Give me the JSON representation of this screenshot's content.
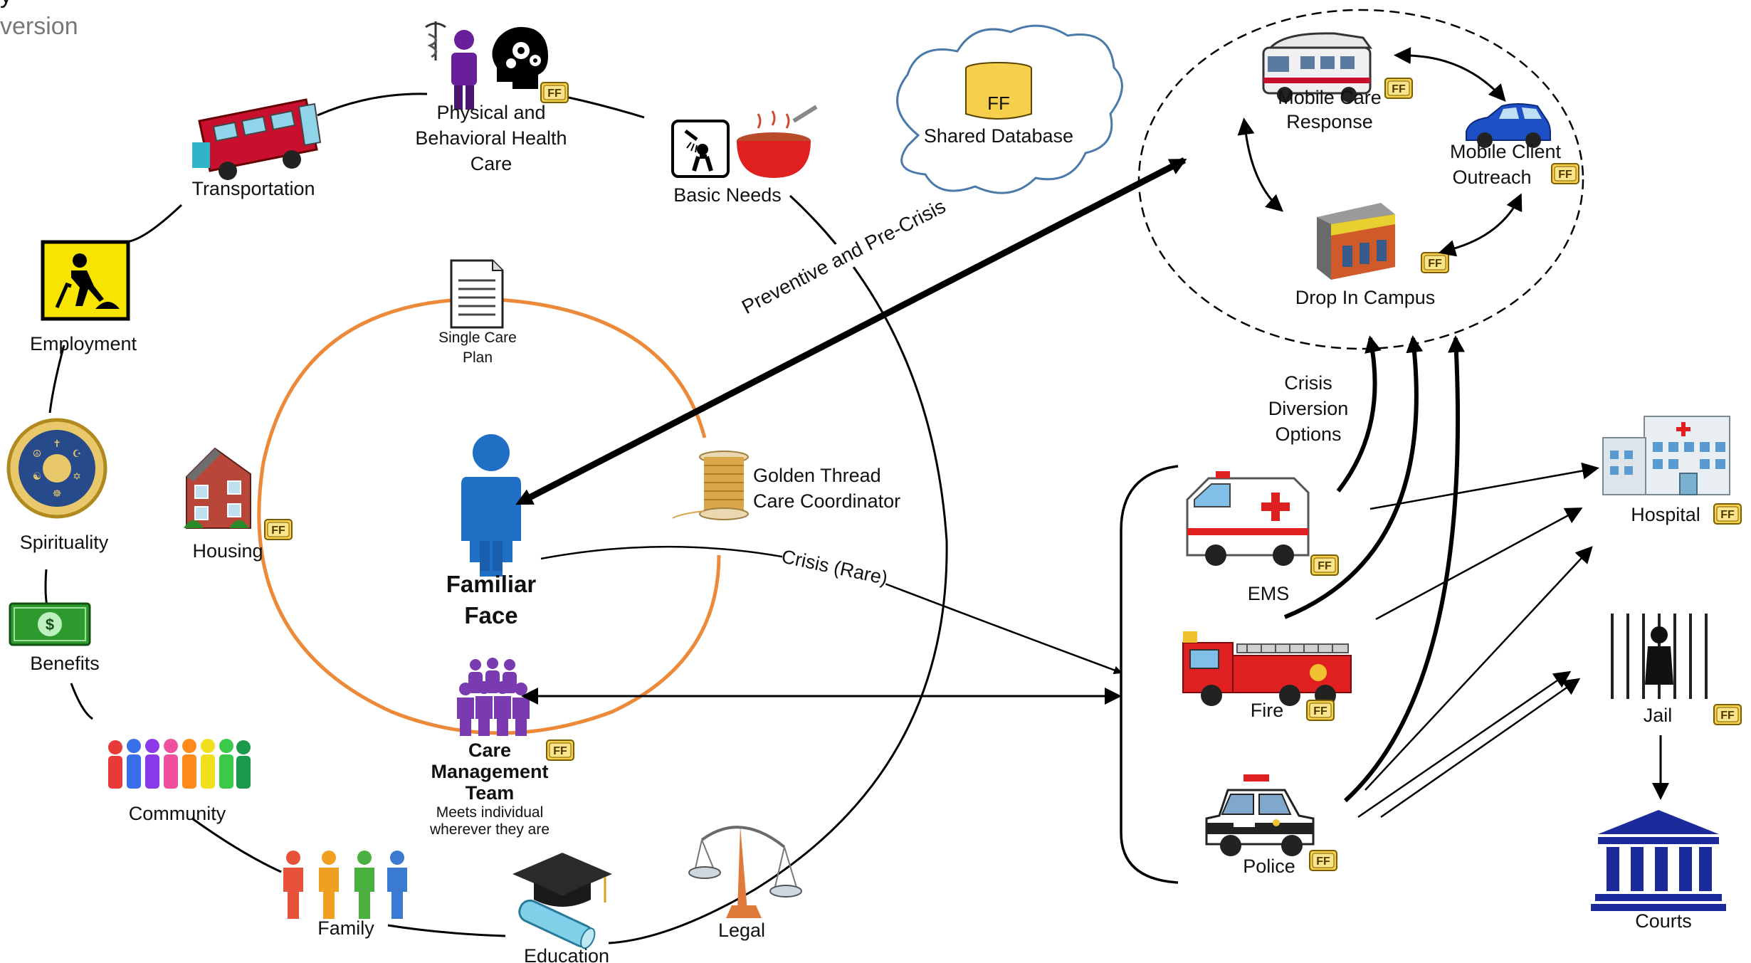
{
  "corner_text": {
    "line1": "y",
    "line2": "version"
  },
  "ring": {
    "physical_health": {
      "line1": "Physical and",
      "line2": "Behavioral Health",
      "line3": "Care"
    },
    "basic_needs": "Basic Needs",
    "transportation": "Transportation",
    "employment": "Employment",
    "spirituality": "Spirituality",
    "benefits": "Benefits",
    "community": "Community",
    "family": "Family",
    "education": "Education",
    "legal": "Legal",
    "housing": "Housing"
  },
  "center": {
    "single_care_plan": {
      "line1": "Single Care",
      "line2": "Plan"
    },
    "familiar_face": {
      "line1": "Familiar",
      "line2": "Face"
    },
    "golden_thread": {
      "line1": "Golden Thread",
      "line2": "Care Coordinator"
    },
    "care_team": {
      "line1": "Care",
      "line2": "Management",
      "line3": "Team",
      "sub1": "Meets individual",
      "sub2": "wherever they are"
    }
  },
  "shared_database": {
    "badge": "FF",
    "label": "Shared Database"
  },
  "arrows": {
    "preventive": "Preventive and Pre-Crisis",
    "crisis": "Crisis (Rare)",
    "diversion": {
      "line1": "Crisis",
      "line2": "Diversion",
      "line3": "Options"
    }
  },
  "diversion_hub": {
    "mobile_care": {
      "line1": "Mobile Care",
      "line2": "Response"
    },
    "mobile_outreach": {
      "line1": "Mobile Client",
      "line2": "Outreach"
    },
    "drop_in": "Drop In Campus"
  },
  "responders": {
    "ems": "EMS",
    "fire": "Fire",
    "police": "Police"
  },
  "destinations": {
    "hospital": "Hospital",
    "jail": "Jail",
    "courts": "Courts"
  },
  "badge_text": "FF",
  "colors": {
    "orange_ring": "#ec8a3a",
    "person_blue": "#1f6fc4",
    "badge_yellow": "#f6d04d",
    "courts_blue": "#1a2a9a"
  }
}
